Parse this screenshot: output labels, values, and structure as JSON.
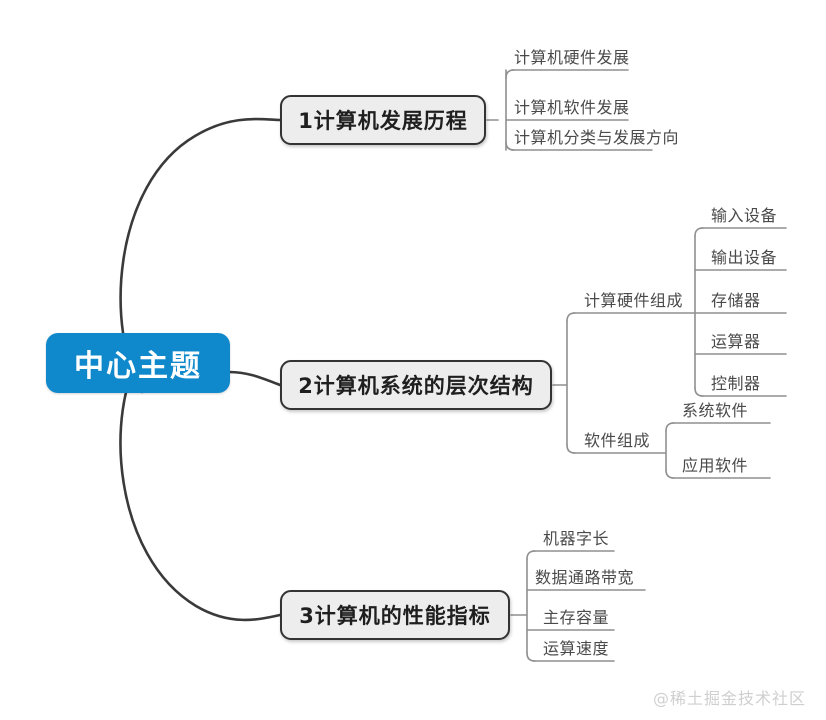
{
  "theme": {
    "root_fill": "#1089cc",
    "root_text": "#ffffff",
    "branch_fill": "#ededed",
    "branch_border": "#333333",
    "branch_text": "#1f1f1f",
    "leaf_text": "#4a4a4a",
    "edge_color": "#3a3a3a",
    "sub_edge_color": "#9a9a9a",
    "background": "#ffffff",
    "watermark_color": "#cfcfcf"
  },
  "root": {
    "label": "中心主题"
  },
  "branches": [
    {
      "id": "branch-1",
      "label": "1计算机发展历程",
      "children": [
        {
          "label": "计算机硬件发展"
        },
        {
          "label": "计算机软件发展"
        },
        {
          "label": "计算机分类与发展方向"
        }
      ]
    },
    {
      "id": "branch-2",
      "label": "2计算机系统的层次结构",
      "children": [
        {
          "label": "计算硬件组成",
          "children": [
            {
              "label": "输入设备"
            },
            {
              "label": "输出设备"
            },
            {
              "label": "存储器"
            },
            {
              "label": "运算器"
            },
            {
              "label": "控制器"
            }
          ]
        },
        {
          "label": "软件组成",
          "children": [
            {
              "label": "系统软件"
            },
            {
              "label": "应用软件"
            }
          ]
        }
      ]
    },
    {
      "id": "branch-3",
      "label": "3计算机的性能指标",
      "children": [
        {
          "label": "机器字长"
        },
        {
          "label": "数据通路带宽"
        },
        {
          "label": "主存容量"
        },
        {
          "label": "运算速度"
        }
      ]
    }
  ],
  "watermark": {
    "text": "@稀土掘金技术社区"
  }
}
